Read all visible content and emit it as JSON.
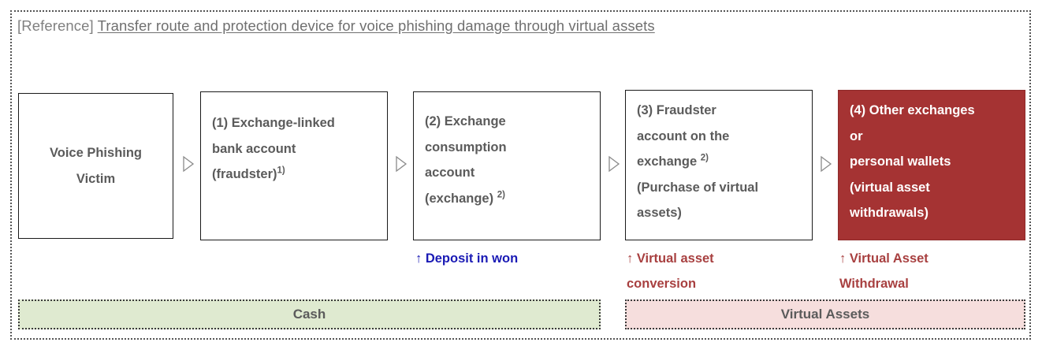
{
  "title": {
    "prefix": "[Reference]",
    "main": "Transfer route and protection device for voice phishing damage through virtual assets"
  },
  "diagram": {
    "nodes": [
      {
        "id": "victim",
        "lines": [
          "Voice Phishing",
          "Victim"
        ],
        "superscript": "",
        "style": "plain",
        "align": "center"
      },
      {
        "id": "bank-account",
        "lines": [
          "(1) Exchange-linked",
          "bank account",
          "(fraudster)"
        ],
        "superscript": "1)",
        "style": "plain",
        "align": "left"
      },
      {
        "id": "consumption-account",
        "lines": [
          "(2) Exchange",
          "consumption",
          "account",
          "(exchange) "
        ],
        "superscript": "2)",
        "style": "plain",
        "align": "left"
      },
      {
        "id": "fraudster-exchange-account",
        "lines": [
          "(3) Fraudster",
          "account on the",
          "exchange "
        ],
        "superscript": "2)",
        "lines_after": [
          "(Purchase of virtual",
          "assets)"
        ],
        "style": "plain",
        "align": "left"
      },
      {
        "id": "other-exchanges",
        "lines": [
          "(4) Other exchanges",
          "or",
          "personal wallets",
          "(virtual asset",
          "withdrawals)"
        ],
        "superscript": "",
        "style": "highlight",
        "align": "left"
      }
    ],
    "arrows": [
      "arrow-1",
      "arrow-2",
      "arrow-3",
      "arrow-4"
    ],
    "annotations": [
      {
        "id": "deposit-in-won",
        "text": "↑ Deposit in won",
        "color_class": "blue",
        "color": "#1b1bb5"
      },
      {
        "id": "virtual-asset-conversion",
        "line1": "↑ Virtual asset",
        "line2": "conversion",
        "color_class": "red",
        "color": "#a84040"
      },
      {
        "id": "virtual-asset-withdrawal",
        "line1": "↑ Virtual Asset",
        "line2": "Withdrawal",
        "color_class": "red",
        "color": "#a84040"
      }
    ],
    "categories": [
      {
        "id": "cash",
        "label": "Cash",
        "color": "#dfead0"
      },
      {
        "id": "virtual-assets",
        "label": "Virtual Assets",
        "color": "#f6dedd"
      }
    ]
  },
  "colors": {
    "highlight_box": "#a53333",
    "box_text": "#5b5b5b",
    "blue_annotation": "#1b1bb5",
    "red_annotation": "#a84040",
    "cash_bar": "#dfead0",
    "virtual_bar": "#f6dedd"
  }
}
